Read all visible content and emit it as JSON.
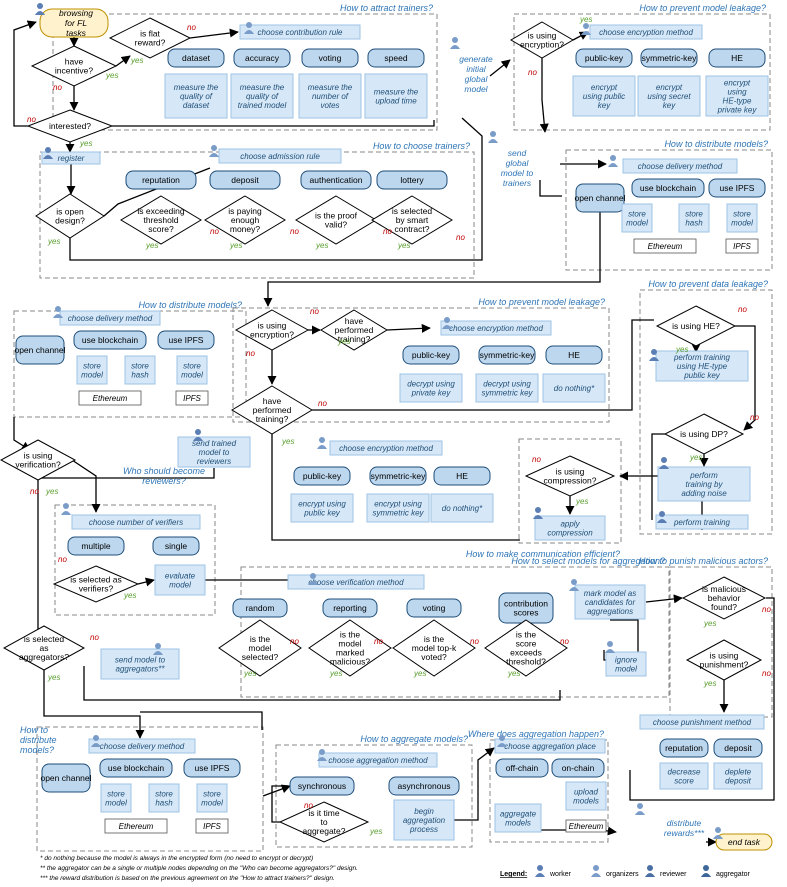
{
  "start_task": "browsing for FL tasks",
  "end_task": "end task",
  "attract": {
    "title": "How to attract trainers?",
    "q_incentive": "have incentive?",
    "q_flat": "is flat reward?",
    "choose": "choose contribution rule",
    "q_interested": "interested?",
    "pills": [
      "dataset",
      "accuracy",
      "voting",
      "speed"
    ],
    "acts": [
      "measure the quality of dataset",
      "measure the quality of trained model",
      "measure the number of votes",
      "measure the upload time"
    ]
  },
  "generate": "generate initial global model",
  "leak1": {
    "title": "How to prevent model leakage?",
    "q": "is using encryption?",
    "choose": "choose encryption method",
    "pills": [
      "public-key",
      "symmetric-key",
      "HE"
    ],
    "acts": [
      "encrypt using public key",
      "encrypt using secret key",
      "encrypt using HE-type private key"
    ]
  },
  "send_global": "send global model to trainers",
  "dist1": {
    "title": "How to distribute models?",
    "choose": "choose delivery method",
    "open": "open channel",
    "pills": [
      "use blockchain",
      "use IPFS"
    ],
    "acts": [
      "store model",
      "store hash",
      "store model"
    ],
    "ethereum": "Ethereum",
    "ipfs": "IPFS"
  },
  "choose_trainers": {
    "title": "How to choose trainers?",
    "register": "register",
    "choose": "choose admission rule",
    "q_open": "is open design?",
    "pills": [
      "reputation",
      "deposit",
      "authentication",
      "lottery"
    ],
    "qs": [
      "is exceeding threshold score?",
      "is paying enough money?",
      "is the proof valid?",
      "is selected by smart contract?"
    ]
  },
  "dist2": {
    "title": "How to distribute models?",
    "choose": "choose delivery method",
    "open": "open channel",
    "pills": [
      "use blockchain",
      "use IPFS"
    ],
    "acts": [
      "store model",
      "store hash",
      "store model"
    ],
    "ethereum": "Ethereum",
    "ipfs": "IPFS"
  },
  "leak2": {
    "title": "How to prevent model leakage?",
    "q_enc": "is using encryption?",
    "q_trained1": "have performed training?",
    "choose": "choose encryption method",
    "pills": [
      "public-key",
      "symmetric-key",
      "HE"
    ],
    "acts": [
      "decrypt using private key",
      "decrypt using symmetric key",
      "do nothing*"
    ],
    "q_trained2": "have performed training?",
    "choose2": "choose encryption method",
    "pills2": [
      "public-key",
      "symmetric-key",
      "HE"
    ],
    "acts2": [
      "encrypt using public key",
      "encrypt using symmetric key",
      "do nothing*"
    ]
  },
  "data_leak": {
    "title": "How to prevent data leakage?",
    "q_he": "is using HE?",
    "act_he": "perform training using HE-type public key",
    "q_dp": "is using DP?",
    "act_dp": "perform training by adding noise",
    "act_train": "perform training"
  },
  "send_trained": "send trained model to reviewers",
  "compression": {
    "title": "How to make communication efficient?",
    "q": "is using compression?",
    "act": "apply compression"
  },
  "verify": {
    "q": "is using verification?",
    "title": "Who should become reviewers?",
    "choose": "choose number of verifiers",
    "pills": [
      "multiple",
      "single"
    ],
    "q_selected": "is selected as verifiers?",
    "act": "evaluate model"
  },
  "select": {
    "title": "How to select models for aggregation?",
    "choose": "choose verification method",
    "pills": [
      "random",
      "reporting",
      "voting",
      "contribution scores"
    ],
    "qs": [
      "is the model selected?",
      "is the model marked malicious?",
      "is the model top-k voted?",
      "is the score exceeds threshold?"
    ],
    "mark": "mark model as candidates for aggregations",
    "ignore": "ignore model"
  },
  "punish": {
    "title": "How to punish malicious actors?",
    "q_mal": "is malicious behavior found?",
    "q_pun": "is using punishment?",
    "choose": "choose punishment method",
    "pills": [
      "reputation",
      "deposit"
    ],
    "acts": [
      "decrease score",
      "deplete deposit"
    ]
  },
  "aggregators": {
    "q": "is selected as aggregators?",
    "send": "send model to aggregators**"
  },
  "dist3": {
    "title": "How to distribute models?",
    "choose": "choose delivery method",
    "open": "open channel",
    "pills": [
      "use blockchain",
      "use IPFS"
    ],
    "acts": [
      "store model",
      "store hash",
      "store model"
    ],
    "ethereum": "Ethereum",
    "ipfs": "IPFS"
  },
  "aggregate": {
    "title": "How to aggregate models?",
    "choose": "choose aggregation method",
    "pills": [
      "synchronous",
      "asynchronous"
    ],
    "q": "is it time to aggregate?",
    "act": "begin aggregation process"
  },
  "where": {
    "title": "Where does aggregation happen?",
    "choose": "choose aggregation place",
    "pills": [
      "off-chain",
      "on-chain"
    ],
    "act_off": "aggregate models",
    "act_on": "upload models",
    "ethereum": "Ethereum"
  },
  "distribute_rewards": "distribute rewards***",
  "yes": "yes",
  "no": "no",
  "footnotes": [
    "* do nothing because the model is always in the encrypted form (no need to encrypt or decrypt)",
    "** the aggregator can be a single or multiple nodes depending on the \"Who can become aggregators?\" design.",
    "*** the reward distribution is based on the previous agreement on the \"How to attract trainers?\" design."
  ],
  "legend": {
    "label": "Legend:",
    "items": [
      "worker",
      "organizers",
      "reviewer",
      "aggregator"
    ]
  }
}
